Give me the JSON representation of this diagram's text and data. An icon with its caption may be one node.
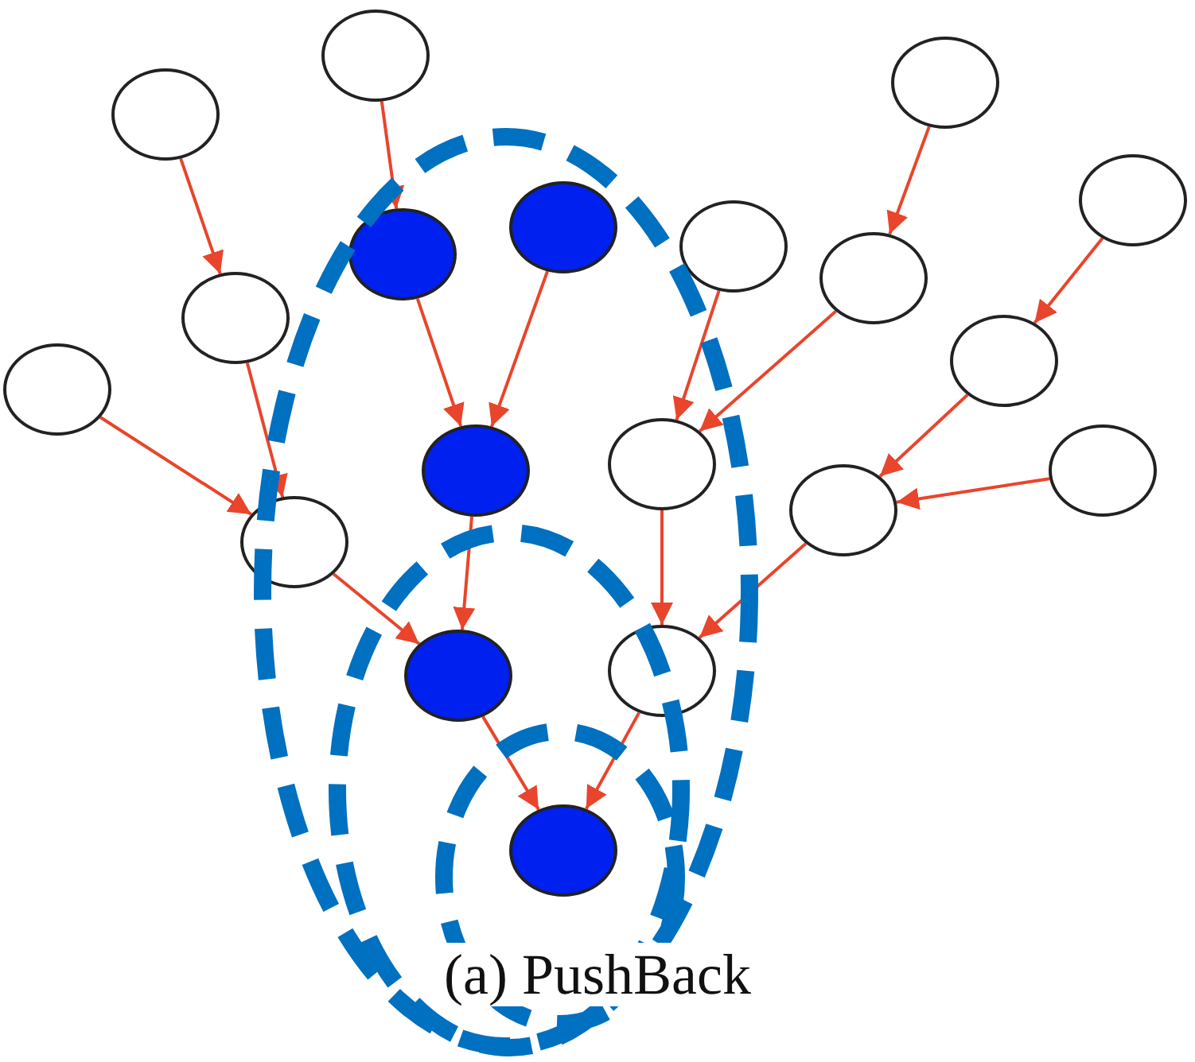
{
  "diagram": {
    "caption": "(a) PushBack",
    "nodes": [
      {
        "text": [],
        "shape": "circle"
      },
      {
        "text": [],
        "shape": "circle"
      },
      {
        "text": [],
        "shape": "circle"
      },
      {
        "text": [],
        "shape": "circle"
      },
      {
        "text": [],
        "shape": "circle"
      },
      {
        "text": [],
        "shape": "circle"
      },
      {
        "text": [],
        "shape": "circle"
      },
      {
        "text": [],
        "shape": "circle"
      },
      {
        "text": [],
        "shape": "circle"
      },
      {
        "text": [],
        "shape": "circle"
      },
      {
        "text": [],
        "shape": "circle"
      },
      {
        "text": [],
        "shape": "circle"
      },
      {
        "text": [],
        "shape": "circle"
      },
      {
        "text": [],
        "shape": "circle"
      },
      {
        "text": [],
        "shape": "circle"
      },
      {
        "text": [],
        "shape": "circle"
      },
      {
        "text": [],
        "shape": "circle"
      },
      {
        "text": [],
        "shape": "circle"
      },
      {
        "text": [],
        "shape": "circle"
      }
    ],
    "edges": [
      {
        "from": 0,
        "to": 7,
        "arrow": "to"
      },
      {
        "from": 1,
        "to": 4,
        "arrow": "to"
      },
      {
        "from": 2,
        "to": 8,
        "arrow": "to"
      },
      {
        "from": 3,
        "to": 10,
        "arrow": "to"
      },
      {
        "from": 4,
        "to": 11,
        "arrow": "to"
      },
      {
        "from": 5,
        "to": 11,
        "arrow": "to"
      },
      {
        "from": 6,
        "to": 12,
        "arrow": "to"
      },
      {
        "from": 8,
        "to": 12,
        "arrow": "to"
      },
      {
        "from": 7,
        "to": 15,
        "arrow": "to"
      },
      {
        "from": 9,
        "to": 15,
        "arrow": "to"
      },
      {
        "from": 10,
        "to": 14,
        "arrow": "to"
      },
      {
        "from": 13,
        "to": 14,
        "arrow": "to"
      },
      {
        "from": 15,
        "to": 16,
        "arrow": "to"
      },
      {
        "from": 11,
        "to": 16,
        "arrow": "to"
      },
      {
        "from": 12,
        "to": 17,
        "arrow": "to"
      },
      {
        "from": 14,
        "to": 17,
        "arrow": "to"
      },
      {
        "from": 16,
        "to": 18,
        "arrow": "to"
      },
      {
        "from": 17,
        "to": 18,
        "arrow": "to"
      }
    ]
  }
}
